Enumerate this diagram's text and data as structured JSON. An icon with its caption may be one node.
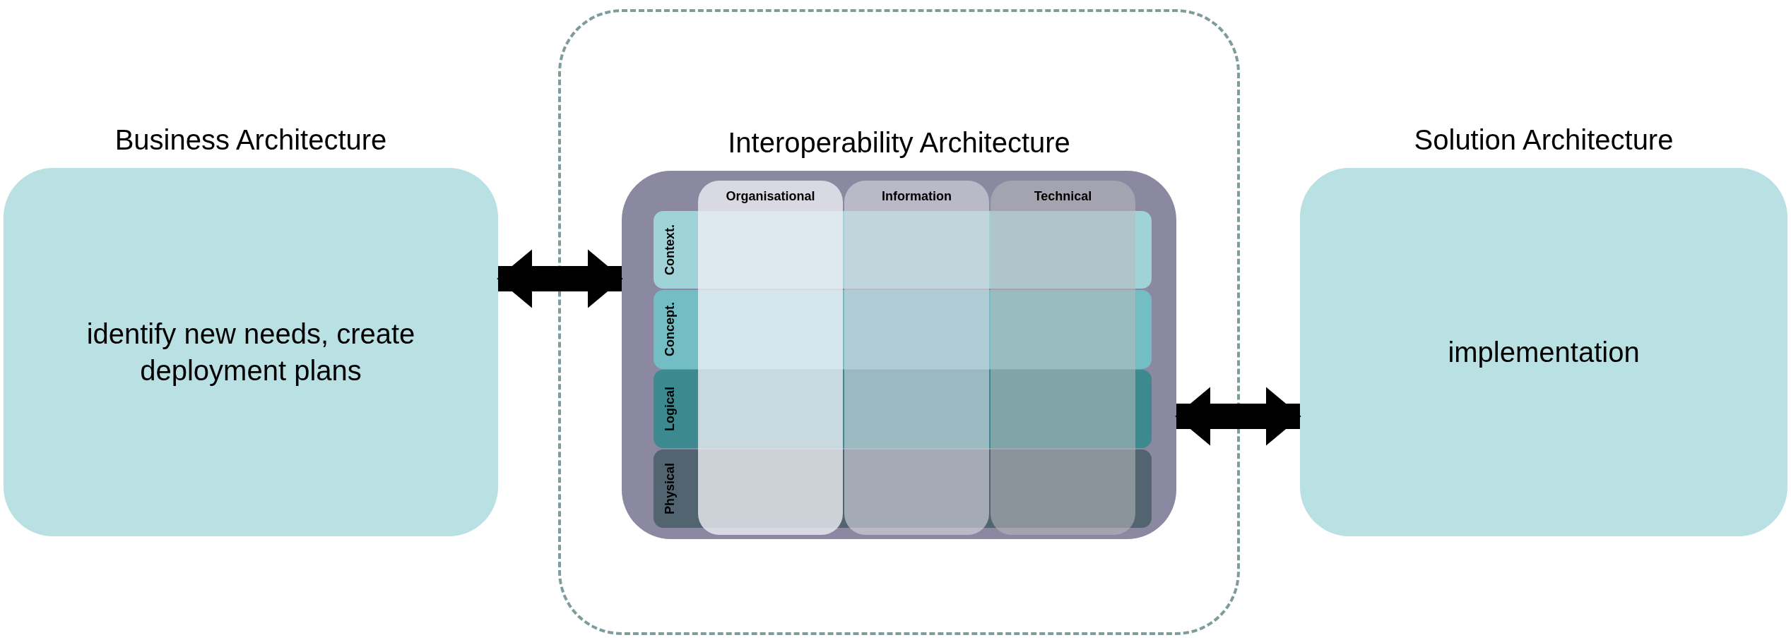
{
  "diagram": {
    "nodes": [
      {
        "text": [
          "Business Architecture",
          "identify new needs, create deployment plans"
        ]
      },
      {
        "text": [
          "Interoperability Architecture"
        ]
      },
      {
        "text": [],
        "shape": "box",
        "in": 1
      },
      {
        "text": [
          "Context."
        ],
        "in": 2
      },
      {
        "text": [
          "Concept."
        ],
        "in": 2
      },
      {
        "text": [
          "Logical"
        ],
        "in": 2
      },
      {
        "text": [
          "Physical"
        ],
        "in": 2
      },
      {
        "text": [
          "Organisational"
        ],
        "in": 2
      },
      {
        "text": [
          "Information"
        ],
        "in": 2
      },
      {
        "text": [
          "Technical"
        ],
        "in": 2
      },
      {
        "text": [
          "Solution Architecture",
          "implementation"
        ]
      }
    ],
    "edges": [
      {
        "from": 0,
        "to": 2,
        "arrow": "both"
      },
      {
        "from": 2,
        "to": 10,
        "arrow": "both"
      }
    ]
  }
}
